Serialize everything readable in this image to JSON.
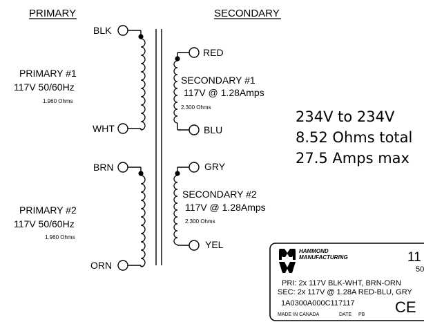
{
  "headers": {
    "primary": "PRIMARY",
    "secondary": "SECONDARY"
  },
  "primary1": {
    "title": "PRIMARY #1",
    "rating": "117V  50/60Hz",
    "resistance": "1.960 Ohms",
    "lead_top": "BLK",
    "lead_bottom": "WHT"
  },
  "primary2": {
    "title": "PRIMARY #2",
    "rating": "117V  50/60Hz",
    "resistance": "1.960 Ohms",
    "lead_top": "BRN",
    "lead_bottom": "ORN"
  },
  "secondary1": {
    "title": "SECONDARY #1",
    "rating": "117V @ 1.28Amps",
    "resistance": "2.300 Ohms",
    "lead_top": "RED",
    "lead_bottom": "BLU"
  },
  "secondary2": {
    "title": "SECONDARY #2",
    "rating": "117V @ 1.28Amps",
    "resistance": "2.300 Ohms",
    "lead_top": "GRY",
    "lead_bottom": "YEL"
  },
  "notes": {
    "line1": "234V to 234V",
    "line2": "8.52 Ohms total",
    "line3": "27.5 Amps max"
  },
  "label_plate": {
    "brand_line1": "HAMMOND",
    "brand_line2": "MANUFACTURING",
    "model_partial": "11",
    "freq_partial": "50",
    "pri_line": "PRI: 2x 117V BLK-WHT, BRN-ORN",
    "sec_line": "SEC: 2x 117V @ 1.28A RED-BLU, GRY",
    "part_code": "1A0300A000C117117",
    "made_in": "MADE IN CANADA",
    "date_label": "DATE",
    "date_value": "PB",
    "ce_mark": "CE"
  }
}
